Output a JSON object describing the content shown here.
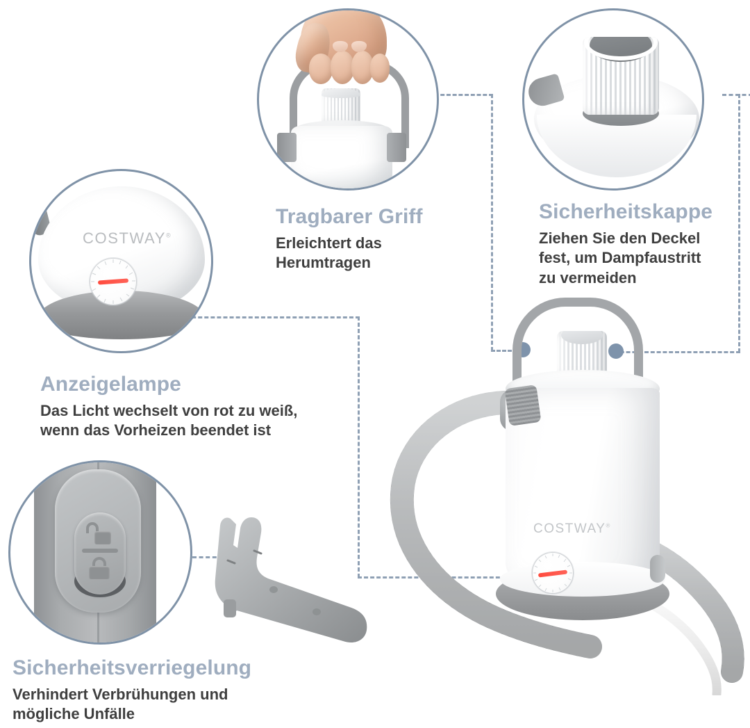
{
  "page": {
    "background": "#ffffff",
    "accent_heading_color": "#9fadbf",
    "body_text_color": "#3f3f3f",
    "connector_color": "#8fa0b4",
    "ring_color": "#7f92a7",
    "indicator_red": "#ff4b3e",
    "brand": "COSTWAY",
    "brand_mark": "®"
  },
  "features": [
    {
      "id": "handle",
      "name": "tragbarer-griff",
      "heading": "Tragbarer Griff",
      "body": "Erleichtert das\nHerumtragen",
      "body_lines": [
        "Erleichtert das",
        "Herumtragen"
      ],
      "image_alt": "hand-holding-handle-photo"
    },
    {
      "id": "cap",
      "name": "sicherheitskappe",
      "heading": "Sicherheitskappe",
      "body": "Ziehen Sie den Deckel\nfest, um Dampfaustritt\nzu vermeiden",
      "body_lines": [
        "Ziehen Sie den Deckel",
        "fest, um Dampfaustritt",
        "zu vermeiden"
      ],
      "image_alt": "safety-cap-closeup-photo"
    },
    {
      "id": "lamp",
      "name": "anzeigelampe",
      "heading": "Anzeigelampe",
      "body": "Das Licht wechselt von rot zu weiß,\nwenn das Vorheizen beendet ist",
      "body_lines": [
        "Das Licht wechselt von rot zu weiß,",
        "wenn das Vorheizen beendet ist"
      ],
      "image_alt": "indicator-lamp-closeup-photo"
    },
    {
      "id": "lock",
      "name": "sicherheitsverriegelung",
      "heading": "Sicherheitsverriegelung",
      "body": "Verhindert Verbrühungen und\nmögliche Unfälle",
      "body_lines": [
        "Verhindert Verbrühungen und",
        "mögliche Unfälle"
      ],
      "image_alt": "safety-lock-switch-closeup-photo"
    }
  ],
  "product": {
    "name": "handheld-steam-cleaner",
    "brand_label": "COSTWAY",
    "brand_mark": "®",
    "parts": [
      "carry-handle",
      "safety-cap",
      "water-tank",
      "indicator-dial",
      "steam-hose",
      "nozzle-gun",
      "power-cord"
    ]
  }
}
